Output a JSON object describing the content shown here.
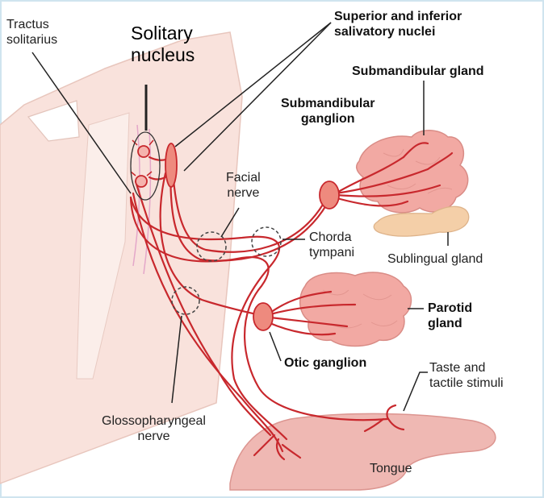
{
  "labels": {
    "tractus_solitarius": [
      "Tractus",
      "solitarius"
    ],
    "solitary_nucleus": [
      "Solitary",
      "nucleus"
    ],
    "salivatory_nuclei": [
      "Superior and inferior",
      "salivatory nuclei"
    ],
    "submandibular_gland": "Submandibular gland",
    "submandibular_ganglion": [
      "Submandibular",
      "ganglion"
    ],
    "facial_nerve": [
      "Facial",
      "nerve"
    ],
    "chorda_tympani": [
      "Chorda",
      "tympani"
    ],
    "sublingual_gland": "Sublingual gland",
    "parotid_gland": [
      "Parotid",
      "gland"
    ],
    "otic_ganglion": "Otic ganglion",
    "taste_stimuli": [
      "Taste and",
      "tactile stimuli"
    ],
    "glossopharyngeal_nerve": [
      "Glossopharyngeal",
      "nerve"
    ],
    "tongue": "Tongue"
  },
  "colors": {
    "nerve": "#c8282d",
    "gland_fill": "#f2a9a3",
    "ganglion_fill": "#ee8a7e",
    "tissue": "#f9e2dc",
    "tongue": "#efb8b3",
    "sublingual": "#f4cfa8"
  }
}
